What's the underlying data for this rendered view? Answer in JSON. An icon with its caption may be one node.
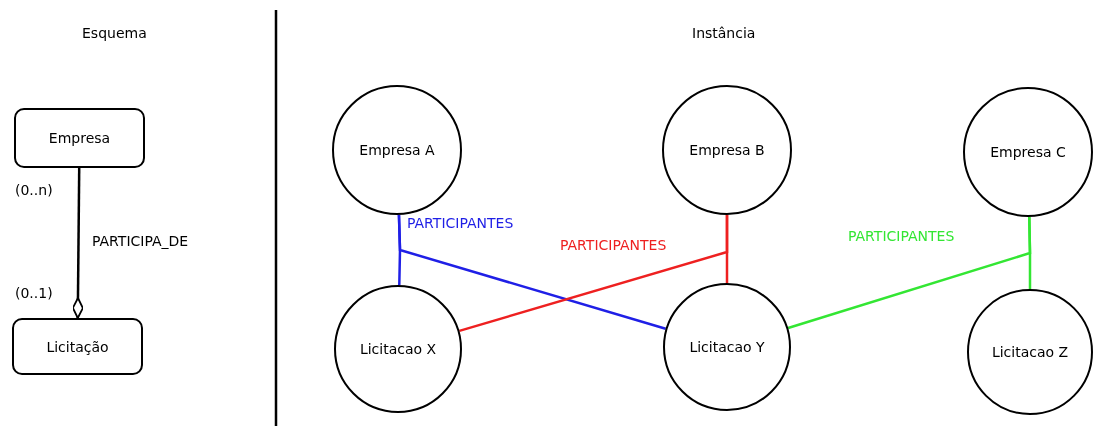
{
  "diagram": {
    "nodes": [
      {
        "text": [
          "Empresa"
        ]
      },
      {
        "text": [
          "Licitação"
        ]
      },
      {
        "text": [
          "Empresa A"
        ]
      },
      {
        "text": [
          "Empresa B"
        ]
      },
      {
        "text": [
          "Empresa C"
        ]
      },
      {
        "text": [
          "Licitacao X"
        ]
      },
      {
        "text": [
          "Licitacao Y"
        ]
      },
      {
        "text": [
          "Licitacao Z"
        ]
      }
    ],
    "edges": [
      {
        "from": 0,
        "to": 1,
        "arrow": "other",
        "label": "PARTICIPA_DE",
        "color": "#000000"
      },
      {
        "from": 2,
        "to": 5,
        "arrow": "none",
        "color": "#1f1fe6",
        "label": "PARTICIPANTES"
      },
      {
        "from": 2,
        "to": 6,
        "arrow": "none",
        "color": "#1f1fe6"
      },
      {
        "from": 3,
        "to": 6,
        "arrow": "none",
        "color": "#ee2020"
      },
      {
        "from": 3,
        "to": 5,
        "arrow": "none",
        "color": "#ee2020",
        "label": "PARTICIPANTES"
      },
      {
        "from": 4,
        "to": 7,
        "arrow": "none",
        "color": "#33e633"
      },
      {
        "from": 4,
        "to": 6,
        "arrow": "none",
        "color": "#33e633",
        "label": "PARTICIPANTES"
      }
    ],
    "labels": [
      "Esquema",
      "Instância",
      "(0..n)",
      "(0..1)"
    ]
  }
}
